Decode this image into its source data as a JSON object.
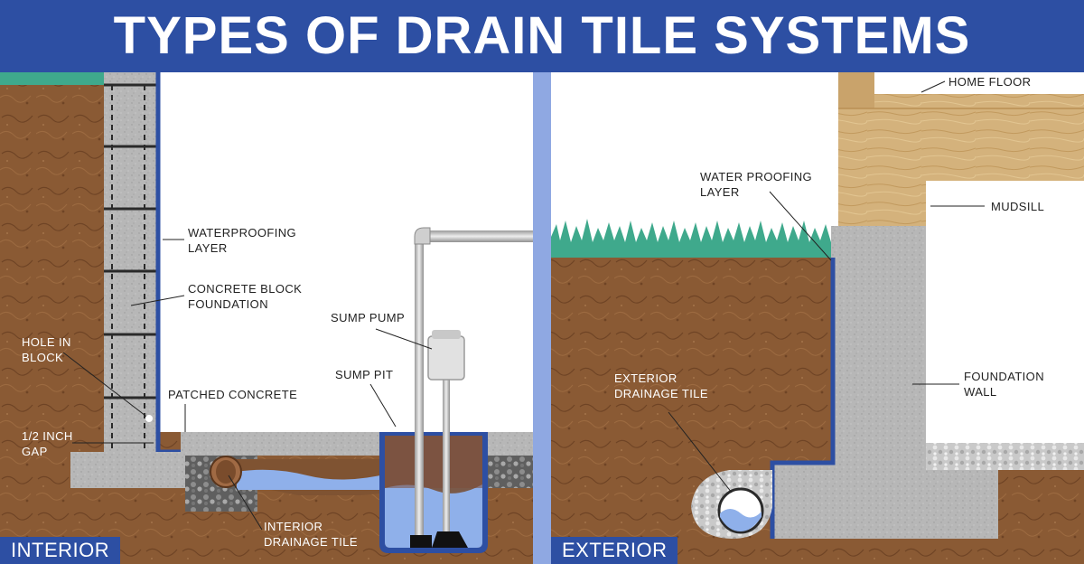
{
  "title": "TYPES OF DRAIN TILE SYSTEMS",
  "sections": {
    "interior": "INTERIOR",
    "exterior": "EXTERIOR"
  },
  "labels": {
    "waterproofing_layer_1": "WATERPROOFING",
    "waterproofing_layer_2": "LAYER",
    "concrete_block_1": "CONCRETE BLOCK",
    "concrete_block_2": "FOUNDATION",
    "hole_in_block_1": "HOLE IN",
    "hole_in_block_2": "BLOCK",
    "patched_concrete": "PATCHED CONCRETE",
    "gap_1": "1/2 INCH",
    "gap_2": "GAP",
    "sump_pump": "SUMP PUMP",
    "sump_pit": "SUMP PIT",
    "interior_tile_1": "INTERIOR",
    "interior_tile_2": "DRAINAGE TILE",
    "ext_waterproofing_1": "WATER PROOFING",
    "ext_waterproofing_2": "LAYER",
    "exterior_tile_1": "EXTERIOR",
    "exterior_tile_2": "DRAINAGE TILE",
    "home_floor": "HOME FLOOR",
    "mudsill": "MUDSILL",
    "foundation_wall_1": "FOUNDATION",
    "foundation_wall_2": "WALL"
  },
  "colors": {
    "title_bar": "#2d4fa3",
    "soil": "#8a5a34",
    "concrete": "#b9b9b9",
    "water": "#7f9be0",
    "membrane": "#2d4fa3",
    "grass": "#3fa98c",
    "wood": "#d2b07a"
  }
}
